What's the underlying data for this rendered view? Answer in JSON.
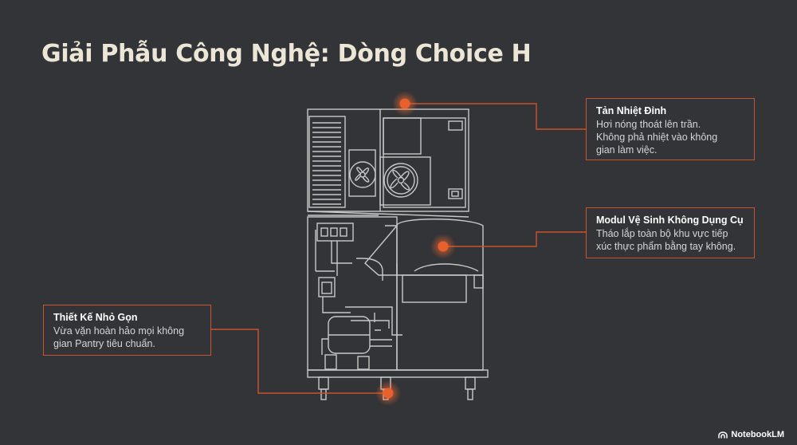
{
  "title": "Giải Phẫu Công Nghệ: Dòng Choice H",
  "callouts": {
    "top": {
      "heading": "Tản Nhiệt Đỉnh",
      "lines": [
        "Hơi nóng thoát lên trần.",
        "Không phả nhiệt vào không",
        "gian làm việc."
      ]
    },
    "middle": {
      "heading": "Modul Vệ Sinh Không Dụng Cụ",
      "lines": [
        "Tháo lắp toàn bộ khu vực tiếp",
        "xúc thực phẩm bằng tay không."
      ]
    },
    "left": {
      "heading": "Thiết Kế Nhỏ Gọn",
      "lines": [
        "Vừa vặn hoàn hảo mọi không",
        "gian Pantry tiêu chuẩn."
      ]
    }
  },
  "brand": "NotebookLM",
  "colors": {
    "background": "#323437",
    "accent": "#e8612c",
    "line": "#c8c8c8",
    "title": "#ece6d6"
  }
}
